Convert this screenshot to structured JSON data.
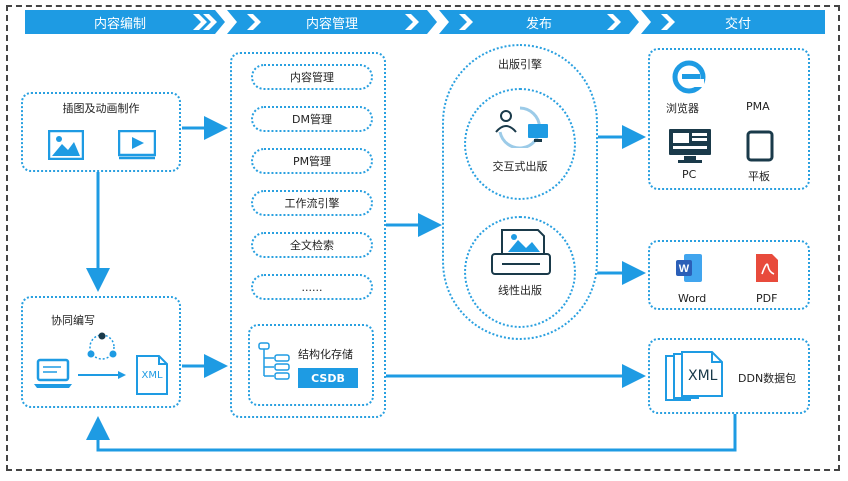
{
  "stages": [
    "内容编制",
    "内容管理",
    "发布",
    "交付"
  ],
  "authoring": {
    "illus_label": "插图及动画制作",
    "collab_label": "协同编写",
    "xml_label": "XML"
  },
  "management": {
    "items": [
      "内容管理",
      "DM管理",
      "PM管理",
      "工作流引擎",
      "全文检索",
      "......"
    ],
    "struct_label": "结构化存储",
    "csdb_label": "CSDB"
  },
  "publish": {
    "engine_label": "出版引擎",
    "interactive_label": "交互式出版",
    "linear_label": "线性出版"
  },
  "delivery": {
    "browser_label": "浏览器",
    "pma_label": "PMA",
    "pc_label": "PC",
    "tablet_label": "平板",
    "word_label": "Word",
    "pdf_label": "PDF",
    "ddn_label": "DDN数据包",
    "ddn_xml_label": "XML"
  },
  "colors": {
    "accent": "#1e9be3",
    "dark": "#1a3a4a",
    "word": "#2b5fb8",
    "pdf": "#e84b3c"
  }
}
